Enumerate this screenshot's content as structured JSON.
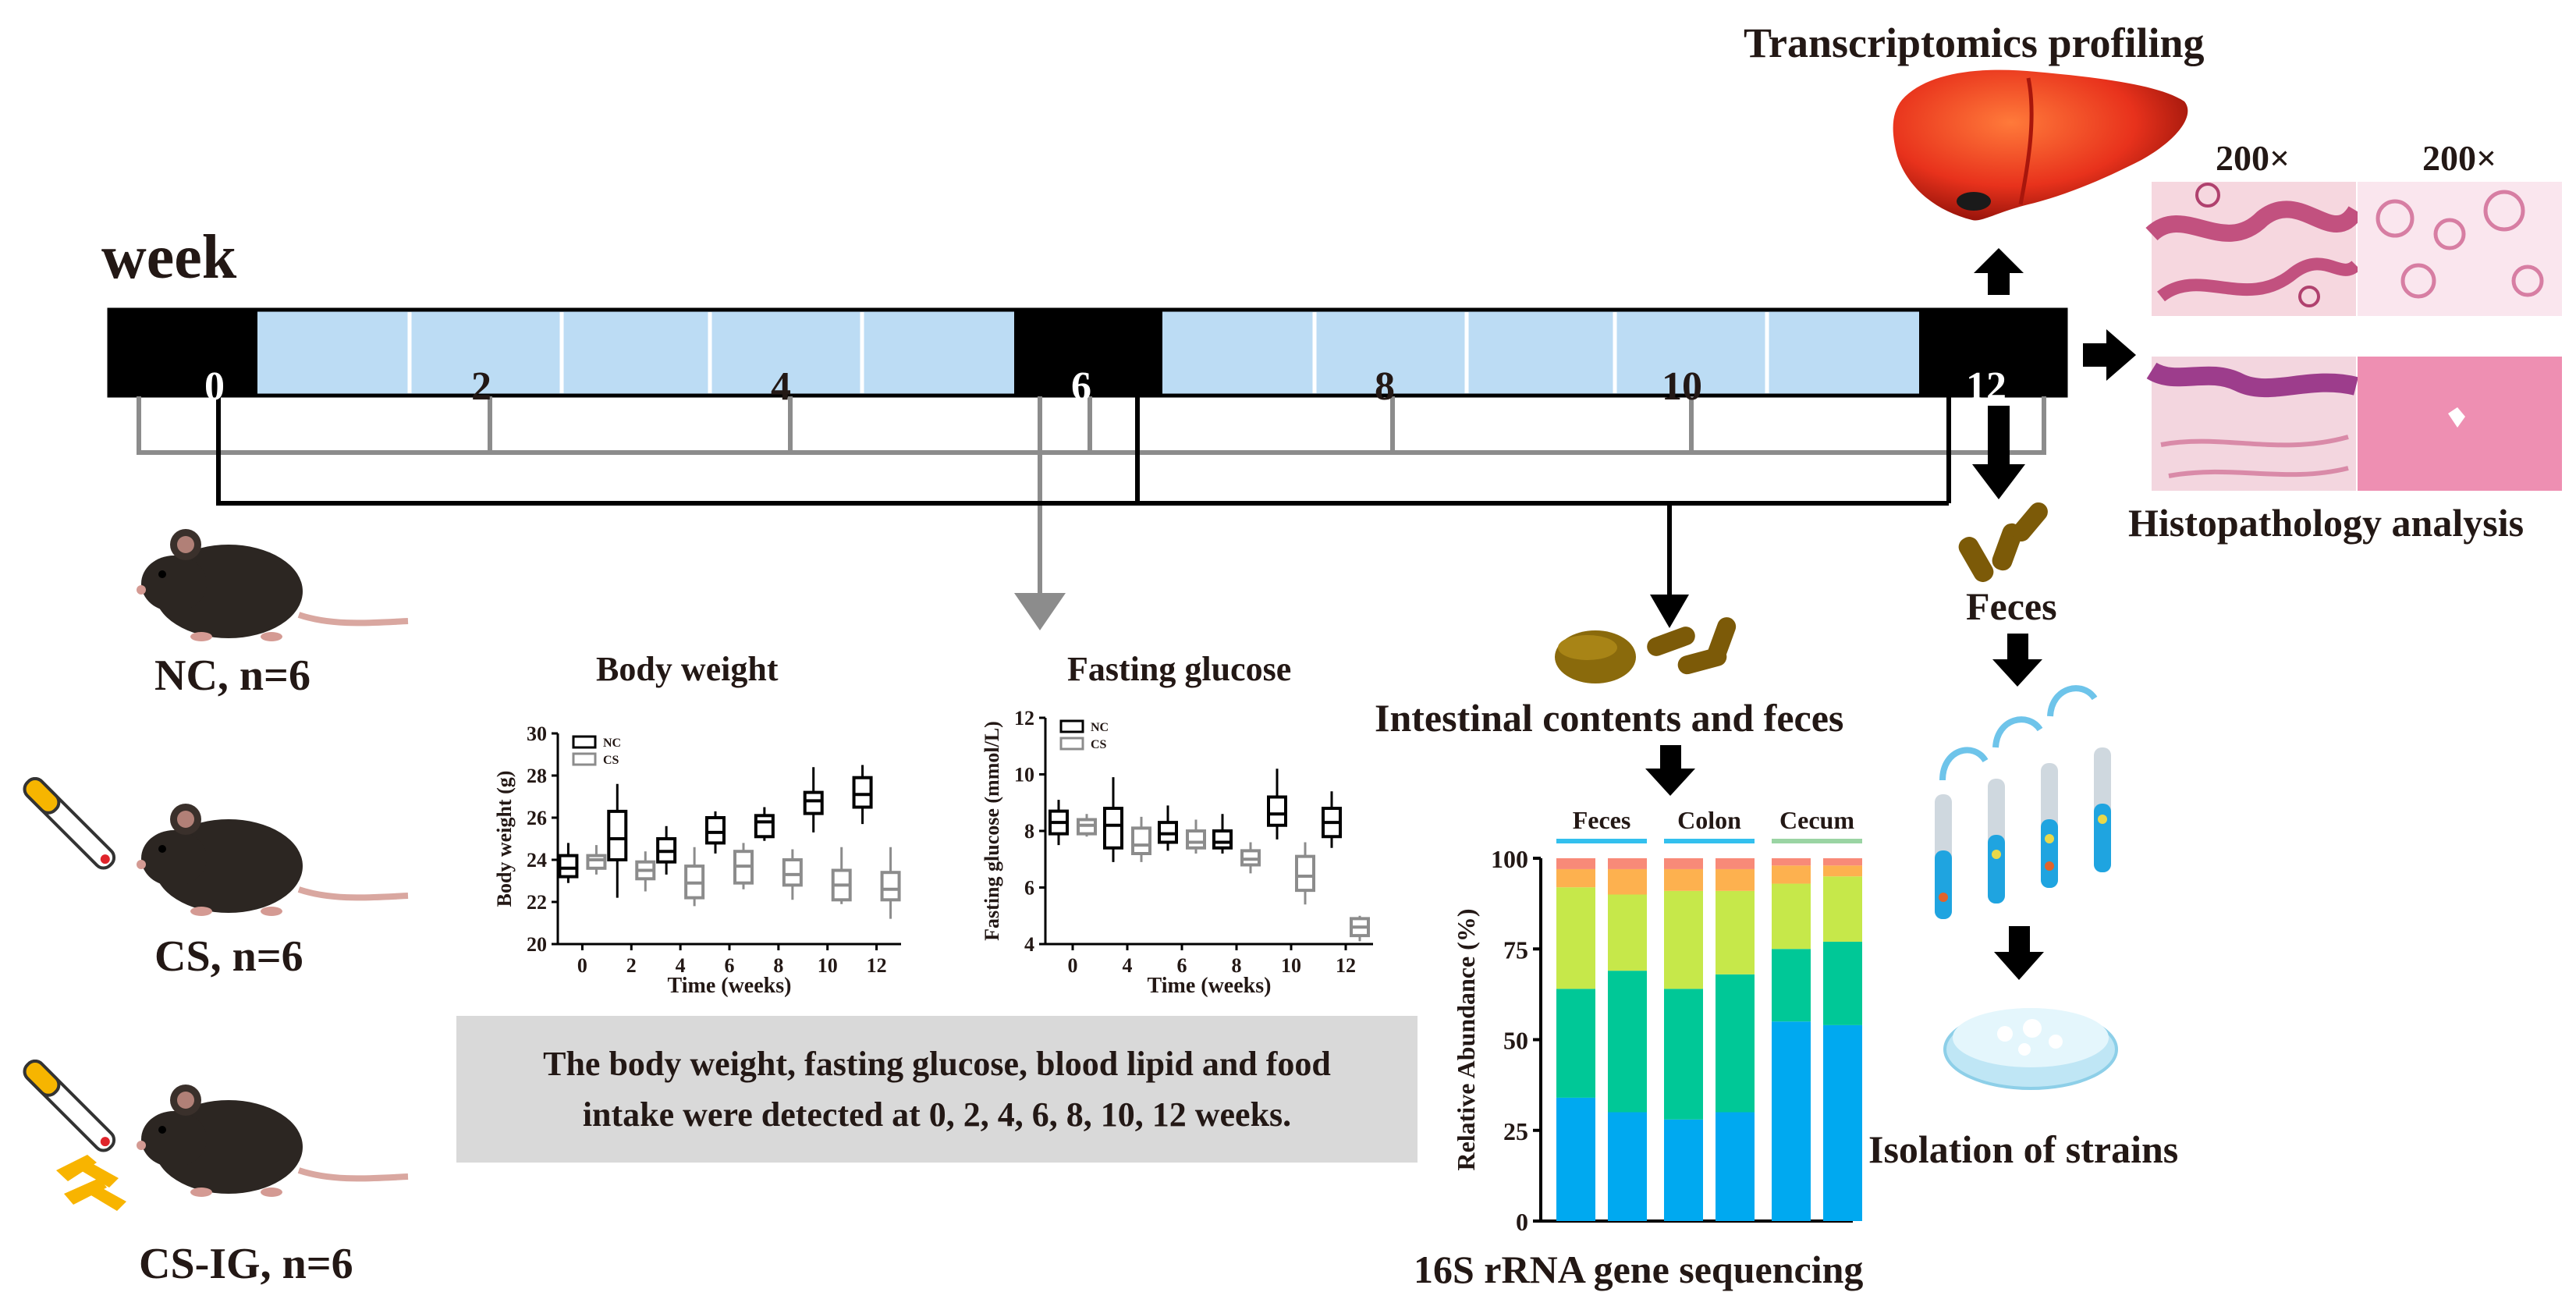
{
  "labels": {
    "transcriptomics": "Transcriptomics profiling",
    "week": "week",
    "mag_left": "200×",
    "mag_right": "200×",
    "histopathology": "Histopathology analysis",
    "feces": "Feces",
    "intestinal": "Intestinal contents and feces",
    "sequencing": "16S rRNA gene sequencing",
    "isolation": "Isolation of strains"
  },
  "timeline": {
    "marks": [
      "0",
      "2",
      "4",
      "6",
      "8",
      "10",
      "12"
    ],
    "colors": {
      "dark": "#000000",
      "light": "#bcdcf4"
    }
  },
  "groups": [
    {
      "label": "NC, n=6",
      "icons": [
        "mouse-icon"
      ]
    },
    {
      "label": "CS, n=6",
      "icons": [
        "cigarette-icon",
        "mouse-icon"
      ]
    },
    {
      "label": "CS-IG, n=6",
      "icons": [
        "cigarette-icon",
        "mouse-icon",
        "ginseng-slices-icon"
      ]
    }
  ],
  "note": {
    "line1": "The  body weight, fasting glucose, blood lipid and food",
    "line2": "intake were detected at 0, 2, 4, 6, 8, 10, 12 weeks."
  },
  "chart_data": [
    {
      "type": "box",
      "title": "Body weight",
      "xlabel": "Time (weeks)",
      "ylabel": "Body weight (g)",
      "categories": [
        "0",
        "2",
        "4",
        "6",
        "8",
        "10",
        "12"
      ],
      "yticks": [
        "20",
        "22",
        "24",
        "26",
        "28",
        "30"
      ],
      "ylim": [
        20,
        30
      ],
      "legend": [
        "NC",
        "CS"
      ],
      "series": [
        {
          "name": "NC",
          "color": "#000000",
          "boxes": [
            {
              "min": 22.9,
              "q1": 23.2,
              "median": 23.6,
              "q3": 24.2,
              "max": 24.8
            },
            {
              "min": 22.2,
              "q1": 24.0,
              "median": 25.0,
              "q3": 26.3,
              "max": 27.6
            },
            {
              "min": 23.3,
              "q1": 23.9,
              "median": 24.4,
              "q3": 25.0,
              "max": 25.6
            },
            {
              "min": 24.3,
              "q1": 24.8,
              "median": 25.3,
              "q3": 26.0,
              "max": 26.3
            },
            {
              "min": 24.9,
              "q1": 25.1,
              "median": 25.8,
              "q3": 26.1,
              "max": 26.5
            },
            {
              "min": 25.3,
              "q1": 26.2,
              "median": 26.8,
              "q3": 27.2,
              "max": 28.4
            },
            {
              "min": 25.7,
              "q1": 26.5,
              "median": 27.1,
              "q3": 27.9,
              "max": 28.5
            }
          ]
        },
        {
          "name": "CS",
          "color": "#8c8c8c",
          "boxes": [
            {
              "min": 23.3,
              "q1": 23.6,
              "median": 24.0,
              "q3": 24.2,
              "max": 24.7
            },
            {
              "min": 22.5,
              "q1": 23.1,
              "median": 23.5,
              "q3": 23.9,
              "max": 24.4
            },
            {
              "min": 21.8,
              "q1": 22.2,
              "median": 22.9,
              "q3": 23.7,
              "max": 24.6
            },
            {
              "min": 22.6,
              "q1": 22.9,
              "median": 23.7,
              "q3": 24.4,
              "max": 24.8
            },
            {
              "min": 22.1,
              "q1": 22.8,
              "median": 23.3,
              "q3": 24.0,
              "max": 24.5
            },
            {
              "min": 21.9,
              "q1": 22.1,
              "median": 22.8,
              "q3": 23.5,
              "max": 24.6
            },
            {
              "min": 21.2,
              "q1": 22.1,
              "median": 22.6,
              "q3": 23.4,
              "max": 24.6
            }
          ]
        }
      ]
    },
    {
      "type": "box",
      "title": "Fasting glucose",
      "xlabel": "Time (weeks)",
      "ylabel": "Fasting glucose (mmol/L)",
      "categories": [
        "0",
        "4",
        "6",
        "8",
        "10",
        "12"
      ],
      "yticks": [
        "4",
        "6",
        "8",
        "10",
        "12"
      ],
      "ylim": [
        4,
        12
      ],
      "legend": [
        "NC",
        "CS"
      ],
      "series": [
        {
          "name": "NC",
          "color": "#000000",
          "boxes": [
            {
              "min": 7.5,
              "q1": 7.9,
              "median": 8.3,
              "q3": 8.7,
              "max": 9.1
            },
            {
              "min": 6.9,
              "q1": 7.4,
              "median": 8.2,
              "q3": 8.8,
              "max": 9.9
            },
            {
              "min": 7.3,
              "q1": 7.6,
              "median": 7.9,
              "q3": 8.3,
              "max": 8.9
            },
            {
              "min": 7.2,
              "q1": 7.4,
              "median": 7.6,
              "q3": 8.0,
              "max": 8.6
            },
            {
              "min": 7.7,
              "q1": 8.2,
              "median": 8.6,
              "q3": 9.2,
              "max": 10.2
            },
            {
              "min": 7.4,
              "q1": 7.8,
              "median": 8.3,
              "q3": 8.8,
              "max": 9.4
            }
          ]
        },
        {
          "name": "CS",
          "color": "#8c8c8c",
          "boxes": [
            {
              "min": 7.8,
              "q1": 7.9,
              "median": 8.2,
              "q3": 8.4,
              "max": 8.6
            },
            {
              "min": 6.9,
              "q1": 7.2,
              "median": 7.5,
              "q3": 8.1,
              "max": 8.5
            },
            {
              "min": 7.2,
              "q1": 7.4,
              "median": 7.6,
              "q3": 8.0,
              "max": 8.4
            },
            {
              "min": 6.5,
              "q1": 6.8,
              "median": 7.0,
              "q3": 7.3,
              "max": 7.6
            },
            {
              "min": 5.4,
              "q1": 5.9,
              "median": 6.4,
              "q3": 7.1,
              "max": 7.6
            },
            {
              "min": 4.1,
              "q1": 4.3,
              "median": 4.6,
              "q3": 4.9,
              "max": 5.0
            }
          ]
        }
      ]
    },
    {
      "type": "stacked_bar",
      "ylabel": "Relative Abundance (%)",
      "yticks": [
        "0",
        "25",
        "50",
        "75",
        "100"
      ],
      "ylim": [
        0,
        100
      ],
      "groups": [
        "Feces",
        "Colon",
        "Cecum"
      ],
      "group_colors": [
        "#33c0ee",
        "#33c0ee",
        "#9ad4a3"
      ],
      "segment_colors": [
        "#00a9f0",
        "#00c897",
        "#c6e84a",
        "#fdb14f",
        "#f88a78"
      ],
      "bars": [
        {
          "group": "Feces",
          "values": [
            34,
            30,
            28,
            5,
            3
          ]
        },
        {
          "group": "Feces",
          "values": [
            30,
            39,
            21,
            7,
            3
          ]
        },
        {
          "group": "Colon",
          "values": [
            28,
            36,
            27,
            6,
            3
          ]
        },
        {
          "group": "Colon",
          "values": [
            30,
            38,
            23,
            6,
            3
          ]
        },
        {
          "group": "Cecum",
          "values": [
            55,
            20,
            18,
            5,
            2
          ]
        },
        {
          "group": "Cecum",
          "values": [
            54,
            23,
            18,
            3,
            2
          ]
        }
      ]
    }
  ]
}
